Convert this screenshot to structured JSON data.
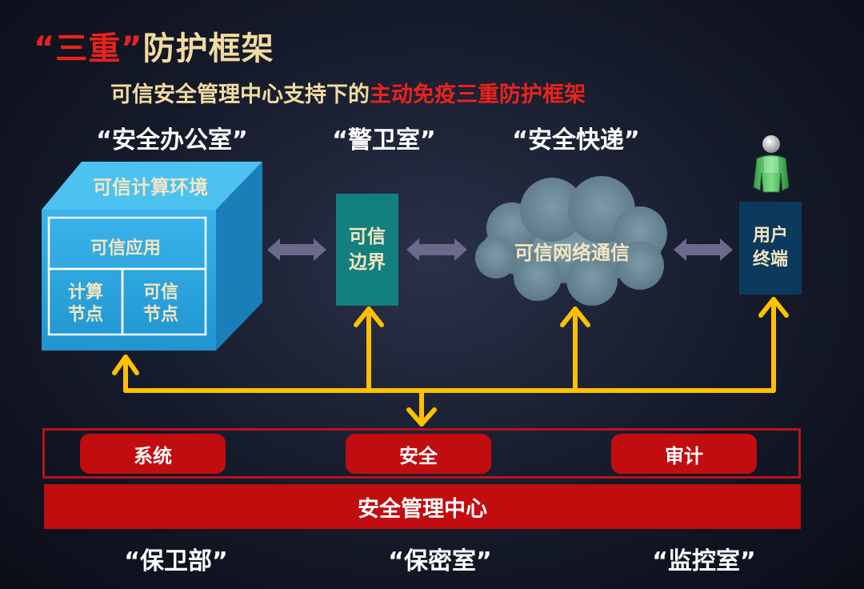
{
  "title": {
    "quote_open": "“",
    "highlight": "三重",
    "quote_close": "”",
    "rest": "防护框架"
  },
  "subtitle": {
    "normal": "可信安全管理中心支持下的",
    "highlight": "主动免疫三重防护框架"
  },
  "top_labels": [
    "“安全办公室”",
    "“警卫室”",
    "“安全快递”"
  ],
  "cube": {
    "top": "可信计算环境",
    "app": "可信应用",
    "node1": [
      "计算",
      "节点"
    ],
    "node2": [
      "可信",
      "节点"
    ]
  },
  "border_box": [
    "可信",
    "边界"
  ],
  "cloud": "可信网络通信",
  "user_terminal": [
    "用户",
    "终端"
  ],
  "management": {
    "pills": [
      "系统",
      "安全",
      "审计"
    ],
    "center": "安全管理中心"
  },
  "bottom_labels": [
    "“保卫部”",
    "“保密室”",
    "“监控室”"
  ],
  "colors": {
    "accent_red": "#e8231c",
    "title_gold": "#f2dba0",
    "arrow_yellow": "#ffc000",
    "cube_blue": "#2aa7de",
    "border_teal": "#137f7e",
    "cloud_gray": "#6d8a9a",
    "management_red": "#c10d10"
  },
  "icons": [
    "person-icon",
    "double-arrow-icon"
  ]
}
